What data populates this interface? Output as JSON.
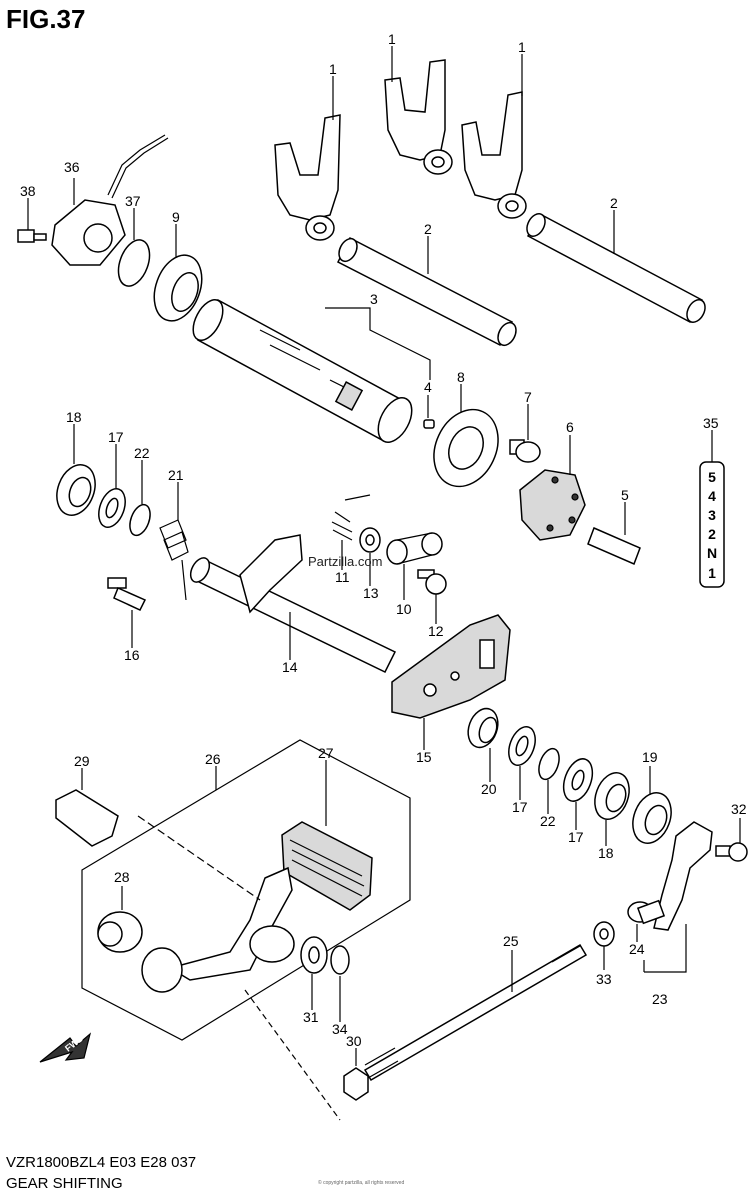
{
  "figure": {
    "title": "FIG.37",
    "footer_model": "VZR1800BZL4  E03  E28  037",
    "footer_name": "GEAR SHIFTING",
    "watermark": "Partzilla.com",
    "fine_print": "© copyright partzilla, all rights reserved"
  },
  "callouts": [
    {
      "label": "1"
    },
    {
      "label": "1"
    },
    {
      "label": "1"
    },
    {
      "label": "2"
    },
    {
      "label": "2"
    },
    {
      "label": "3"
    },
    {
      "label": "4"
    },
    {
      "label": "5"
    },
    {
      "label": "6"
    },
    {
      "label": "7"
    },
    {
      "label": "8"
    },
    {
      "label": "9"
    },
    {
      "label": "10"
    },
    {
      "label": "11"
    },
    {
      "label": "12"
    },
    {
      "label": "13"
    },
    {
      "label": "14"
    },
    {
      "label": "15"
    },
    {
      "label": "16"
    },
    {
      "label": "17"
    },
    {
      "label": "17"
    },
    {
      "label": "17"
    },
    {
      "label": "18"
    },
    {
      "label": "18"
    },
    {
      "label": "19"
    },
    {
      "label": "20"
    },
    {
      "label": "21"
    },
    {
      "label": "22"
    },
    {
      "label": "22"
    },
    {
      "label": "23"
    },
    {
      "label": "24"
    },
    {
      "label": "25"
    },
    {
      "label": "26"
    },
    {
      "label": "27"
    },
    {
      "label": "28"
    },
    {
      "label": "29"
    },
    {
      "label": "30"
    },
    {
      "label": "31"
    },
    {
      "label": "32"
    },
    {
      "label": "33"
    },
    {
      "label": "34"
    },
    {
      "label": "35"
    },
    {
      "label": "36"
    },
    {
      "label": "37"
    },
    {
      "label": "38"
    }
  ],
  "gear_indicator": {
    "label": "35",
    "positions": [
      "5",
      "4",
      "3",
      "2",
      "N",
      "1"
    ]
  },
  "direction_badge": "FWD"
}
